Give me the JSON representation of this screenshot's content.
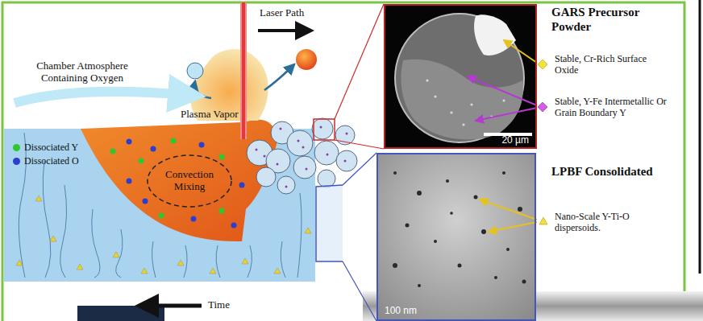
{
  "diagram": {
    "nodes": [
      {
        "text": [
          "20 µm"
        ]
      },
      {
        "text": [
          "100 nm"
        ]
      }
    ],
    "labels": [
      "Laser Path",
      "Chamber Atmosphere Containing Oxygen",
      "Plasma Vapor",
      "Convection Mixing",
      "Time",
      "GARS Precursor Powder",
      "Stable, Cr-Rich Surface Oxide",
      "Stable, Y-Fe Intermetallic Or Grain Boundary Y",
      "LPBF Consolidated",
      "Nano-Scale Y-Ti-O dispersoids."
    ],
    "legend": [
      {
        "text": "Dissociated Y",
        "color": "#2fc72f"
      },
      {
        "text": "Dissociated O",
        "color": "#2a3fd0"
      }
    ]
  }
}
